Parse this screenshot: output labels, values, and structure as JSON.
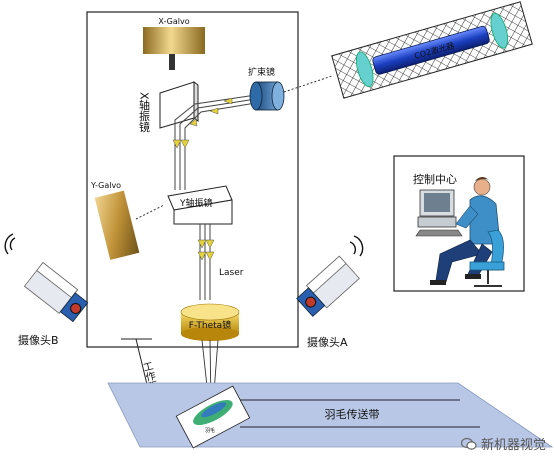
{
  "labels": {
    "x_galvo": "X-Galvo",
    "y_galvo": "Y-Galvo",
    "beam_expander": "扩束镜",
    "co2_laser": "CO2激光器",
    "x_mirror": "X轴振镜",
    "y_mirror": "Y轴振镜",
    "laser": "Laser",
    "f_theta": "F-Theta镜",
    "control_center": "控制中心",
    "camera_b": "摄像头B",
    "camera_a": "摄像头A",
    "working_distance": "工作距离",
    "feather": "羽毛",
    "conveyor": "羽毛传送带"
  },
  "watermark": "新机器视觉",
  "colors": {
    "laser_tube": "#1f4fd0",
    "galvo_gold": "#c8a24a",
    "lens_gold": "#e0b020",
    "camera_blue": "#2a5fb0",
    "conveyor": "#b8c7e6"
  }
}
